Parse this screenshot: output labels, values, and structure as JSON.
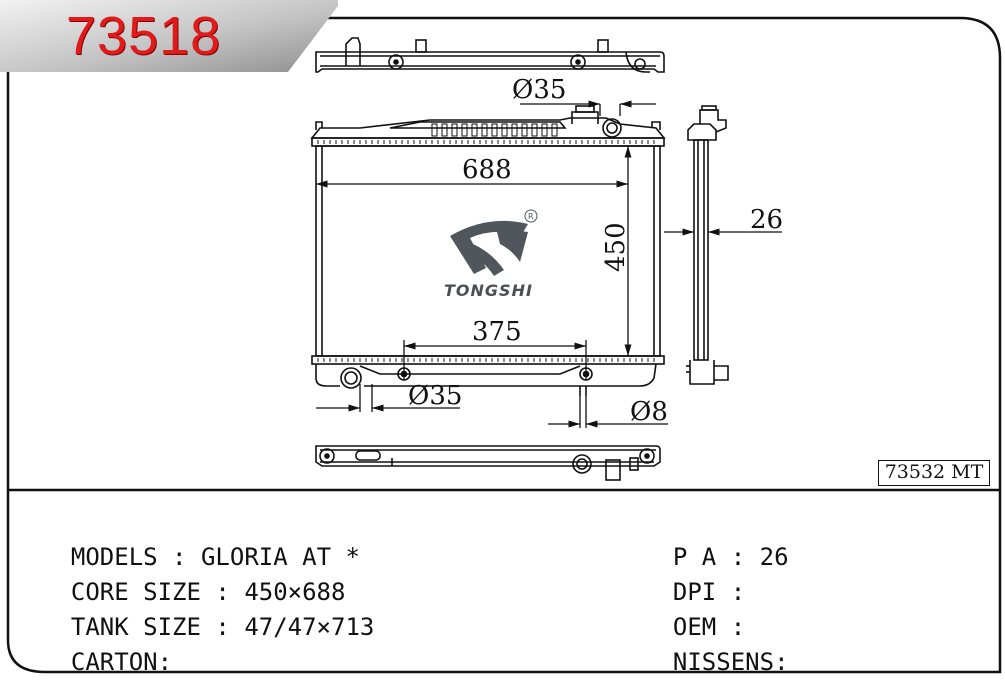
{
  "part_number": "73518",
  "reference": "73532 MT",
  "brand": "TONGSHI",
  "registered_mark": "R",
  "dimensions": {
    "inlet_diameter_top": "Ø35",
    "core_width": "688",
    "core_height": "450",
    "thickness": "26",
    "mount_spacing": "375",
    "outlet_diameter_bottom": "Ø35",
    "drain_diameter": "Ø8"
  },
  "specs_left": [
    {
      "label": "MODELS",
      "value": "GLORIA AT *"
    },
    {
      "label": "CORE SIZE",
      "value": "450×688"
    },
    {
      "label": "TANK SIZE",
      "value": "47/47×713"
    },
    {
      "label": "CARTON",
      "value": ""
    }
  ],
  "specs_right": [
    {
      "label": "P A",
      "value": "26"
    },
    {
      "label": "DPI",
      "value": ""
    },
    {
      "label": "OEM",
      "value": ""
    },
    {
      "label": "NISSENS",
      "value": ""
    }
  ],
  "colors": {
    "part_number": "#e01b1b",
    "badge_bg": "#c8c8c8",
    "line": "#111111",
    "logo": "#4a4f55"
  }
}
